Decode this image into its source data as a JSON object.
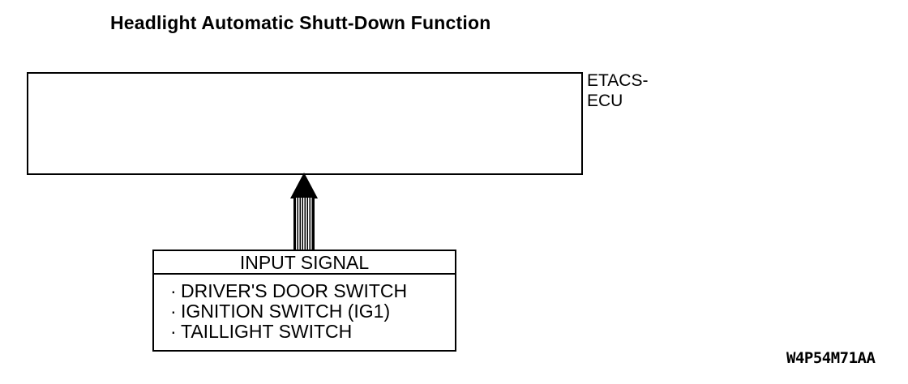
{
  "diagram": {
    "title": "Headlight Automatic Shutt-Down Function",
    "ecu": {
      "label_line1": "ETACS-",
      "label_line2": "ECU"
    },
    "arrow_icon": "up-arrow",
    "input_signal": {
      "header": "INPUT SIGNAL",
      "bullet": "·",
      "items": [
        "DRIVER'S DOOR SWITCH",
        "IGNITION SWITCH (IG1)",
        "TAILLIGHT SWITCH"
      ]
    },
    "figure_code": "W4P54M71AA",
    "colors": {
      "line": "#000000",
      "background": "#ffffff",
      "text": "#000000"
    }
  }
}
